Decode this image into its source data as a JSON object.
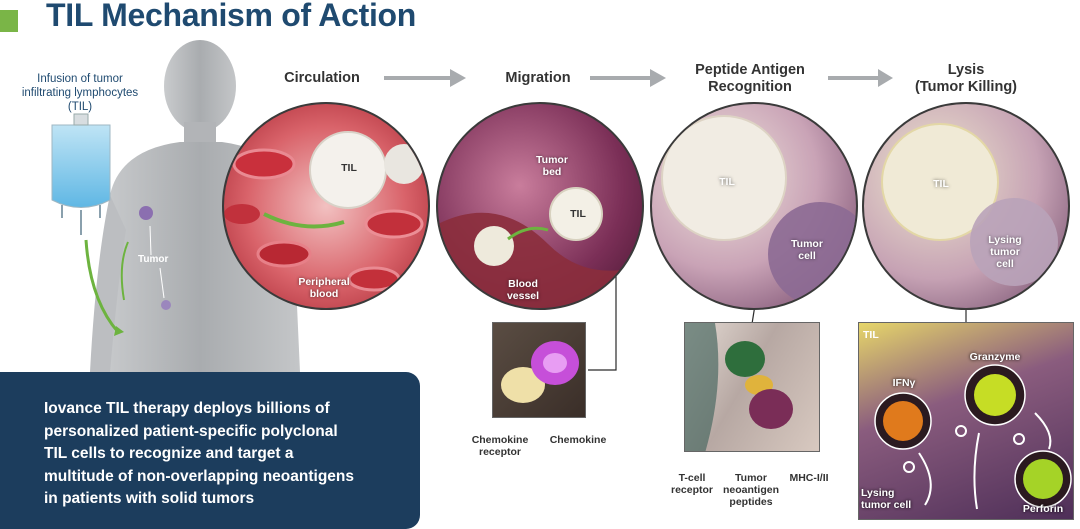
{
  "title": "TIL Mechanism of Action",
  "infusion_label": "Infusion of tumor infiltrating lymphocytes (TIL)",
  "tumor_label": "Tumor",
  "stages": {
    "circulation": "Circulation",
    "migration": "Migration",
    "peptide_line1": "Peptide Antigen",
    "peptide_line2": "Recognition",
    "lysis_line1": "Lysis",
    "lysis_line2": "(Tumor Killing)"
  },
  "circulation": {
    "til": "TIL",
    "blood_line1": "Peripheral",
    "blood_line2": "blood"
  },
  "migration": {
    "bed_line1": "Tumor",
    "bed_line2": "bed",
    "til": "TIL",
    "vessel_line1": "Blood",
    "vessel_line2": "vessel"
  },
  "recognition": {
    "til": "TIL",
    "cell_line1": "Tumor",
    "cell_line2": "cell"
  },
  "lysis": {
    "til": "TIL",
    "lysing_line1": "Lysing",
    "lysing_line2": "tumor",
    "lysing_line3": "cell"
  },
  "chemokine_inset": {
    "receptor_line1": "Chemokine",
    "receptor_line2": "receptor",
    "chemokine": "Chemokine"
  },
  "mhc_inset": {
    "tcell_line1": "T-cell",
    "tcell_line2": "receptor",
    "neo_line1": "Tumor",
    "neo_line2": "neoantigen",
    "neo_line3": "peptides",
    "mhc": "MHC-I/II"
  },
  "lysis_inset": {
    "til": "TIL",
    "granzyme": "Granzyme",
    "ifn": "IFNγ",
    "perforin": "Perforin",
    "lysing_line1": "Lysing",
    "lysing_line2": "tumor cell"
  },
  "callout": {
    "line1": "Iovance TIL therapy deploys billions of",
    "line2": "personalized patient-specific polyclonal",
    "line3": "TIL cells to recognize and target a",
    "line4": "multitude of non-overlapping neoantigens",
    "line5": "in patients with solid tumors"
  },
  "colors": {
    "title": "#1f4a70",
    "accent": "#7ab547",
    "callout_bg": "#1c3d5d"
  }
}
